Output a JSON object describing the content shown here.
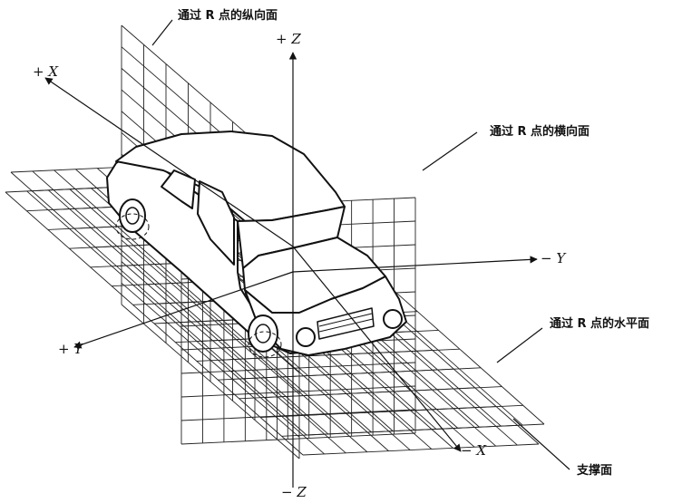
{
  "labels": {
    "longitudinal_plane": "通过 R 点的纵向面",
    "transverse_plane": "通过 R 点的横向面",
    "horizontal_plane": "通过 R 点的水平面",
    "support_plane": "支撑面"
  },
  "axes": {
    "plus_x": "+ X",
    "minus_x": "− X",
    "plus_y": "+ Y",
    "minus_y": "− Y",
    "plus_z": "+ Z",
    "minus_z": "− Z"
  }
}
